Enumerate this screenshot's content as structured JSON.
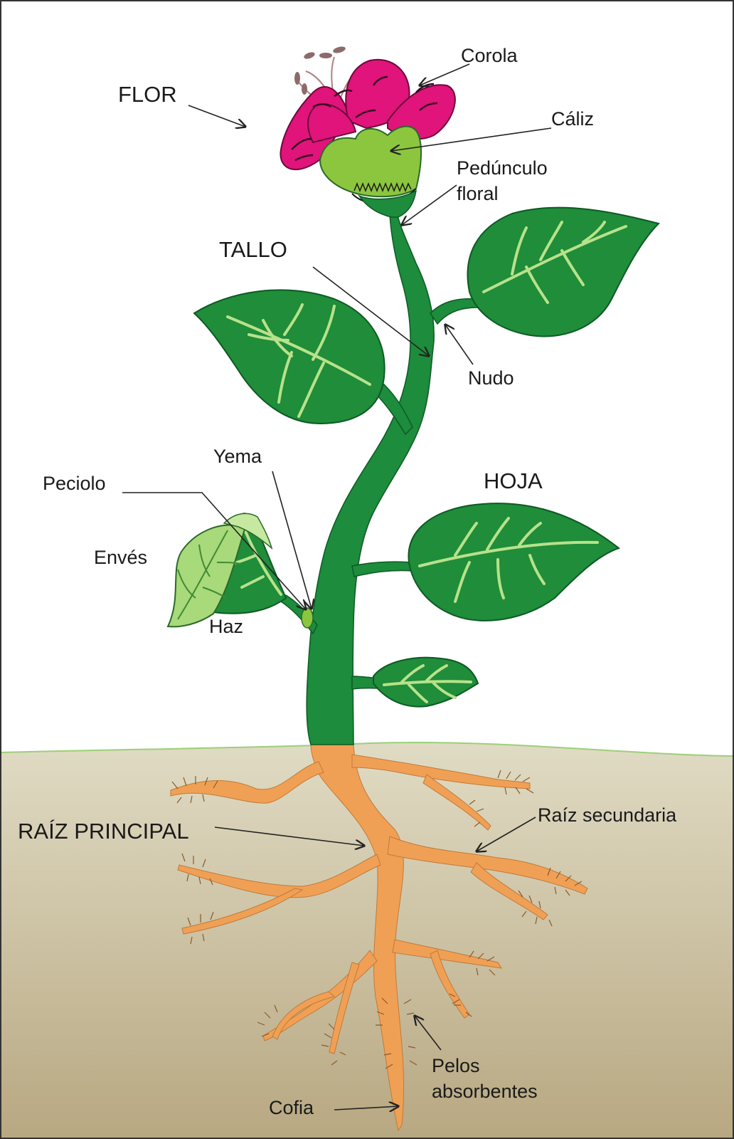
{
  "labels": {
    "flor": "FLOR",
    "corola": "Corola",
    "caliz": "Cáliz",
    "peduncle_line1": "Pedúnculo",
    "peduncle_line2": "floral",
    "tallo": "TALLO",
    "nudo": "Nudo",
    "yema": "Yema",
    "peciolo": "Peciolo",
    "hoja": "HOJA",
    "enves": "Envés",
    "haz": "Haz",
    "raiz_principal": "RAÍZ PRINCIPAL",
    "raiz_secundaria": "Raíz secundaria",
    "pelos_line1": "Pelos",
    "pelos_line2": "absorbentes",
    "cofia": "Cofia"
  },
  "colors": {
    "soil_top": "#e0dbc4",
    "soil_bottom": "#b8a882",
    "stem": "#1d8c3c",
    "leaf": "#1f8d3a",
    "leaf_vein": "#b8e28a",
    "leaf_light": "#a8d97a",
    "petal": "#e0147a",
    "calyx": "#8cc63f",
    "root": "#f0a055"
  }
}
